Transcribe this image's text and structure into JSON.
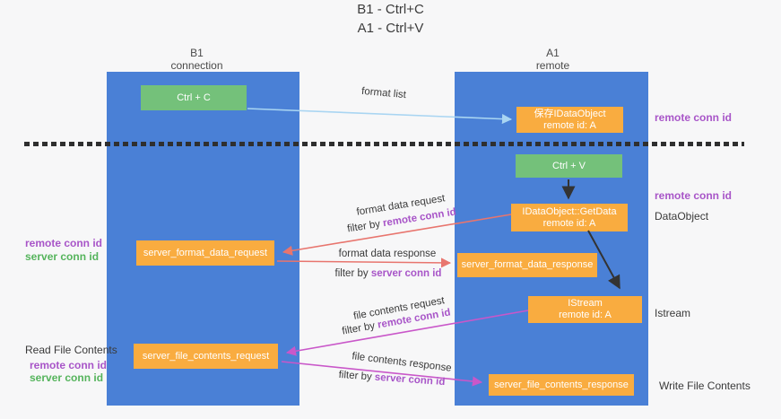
{
  "title": {
    "line1": "B1 - Ctrl+C",
    "line2": "A1 - Ctrl+V"
  },
  "lanes": {
    "b1": {
      "name": "B1",
      "subtitle": "connection"
    },
    "a1": {
      "name": "A1",
      "subtitle": "remote"
    }
  },
  "nodes": {
    "ctrl_c": {
      "label": "Ctrl + C"
    },
    "ctrl_v": {
      "label": "Ctrl + V"
    },
    "save_idataobject": {
      "line1": "保存IDataObject",
      "line2": "remote id: A"
    },
    "idataobject_getdata": {
      "line1": "IDataObject::GetData",
      "line2": "remote id: A"
    },
    "istream": {
      "line1": "IStream",
      "line2": "remote id: A"
    },
    "server_format_data_request": {
      "label": "server_format_data_request"
    },
    "server_format_data_response": {
      "label": "server_format_data_response"
    },
    "server_file_contents_request": {
      "label": "server_file_contents_request"
    },
    "server_file_contents_response": {
      "label": "server_file_contents_response"
    }
  },
  "edge_labels": {
    "format_list": "format list",
    "format_data_request": "format data request",
    "format_data_response": "format data response",
    "file_contents_request": "file contents request",
    "file_contents_response": "file contents response",
    "filter_by": "filter by ",
    "remote_conn_id": "remote conn id",
    "server_conn_id": "server conn id"
  },
  "margin_labels": {
    "left_remote_conn_id": "remote conn id",
    "left_server_conn_id": "server conn id",
    "read_file_contents": "Read File Contents",
    "left_remote_conn_id_2": "remote conn id",
    "left_server_conn_id_2": "server conn id",
    "right_remote_conn_id_1": "remote conn id",
    "right_remote_conn_id_2": "remote conn id",
    "right_dataobject": "DataObject",
    "right_istream": "Istream",
    "right_write_file_contents": "Write File Contents"
  },
  "colors": {
    "lane_blue": "#4a80d6",
    "node_orange": "#f9ac40",
    "node_green": "#74c17a",
    "arrow_light_blue": "#a9d5f2",
    "arrow_black": "#333333",
    "arrow_salmon": "#e8756e",
    "arrow_magenta": "#c957c9",
    "label_purple": "#a855c8",
    "label_green": "#55b45c",
    "text_dark": "#3a3a3a",
    "background": "#f7f7f8"
  }
}
